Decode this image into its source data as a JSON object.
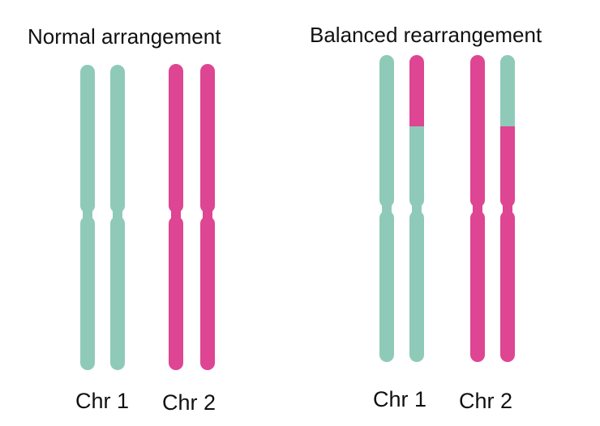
{
  "colors": {
    "chr1": "#8FCAB8",
    "chr2": "#DE4592"
  },
  "panels": [
    {
      "title": "Normal arrangement",
      "chromosomes": [
        {
          "segments": [
            {
              "color": "chr1"
            }
          ]
        },
        {
          "segments": [
            {
              "color": "chr1"
            }
          ]
        },
        {
          "segments": [
            {
              "color": "chr2"
            }
          ]
        },
        {
          "segments": [
            {
              "color": "chr2"
            }
          ]
        }
      ],
      "labels": [
        "Chr 1",
        "Chr 2"
      ]
    },
    {
      "title": "Balanced rearrangement",
      "chromosomes": [
        {
          "segments": [
            {
              "color": "chr1"
            }
          ]
        },
        {
          "segments": [
            {
              "color": "chr2"
            },
            {
              "color": "chr1"
            }
          ]
        },
        {
          "segments": [
            {
              "color": "chr2"
            }
          ]
        },
        {
          "segments": [
            {
              "color": "chr1"
            },
            {
              "color": "chr2"
            }
          ]
        }
      ],
      "labels": [
        "Chr 1",
        "Chr 2"
      ]
    }
  ]
}
